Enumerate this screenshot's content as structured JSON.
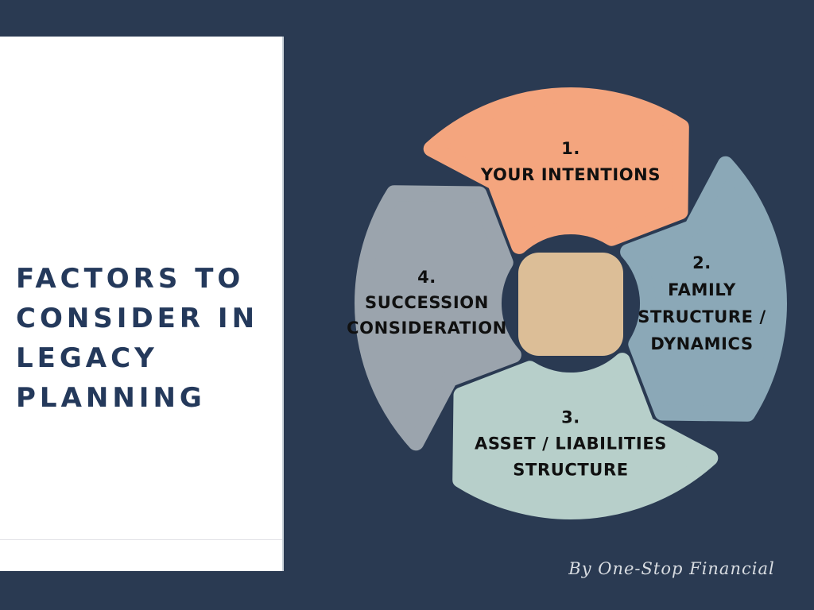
{
  "slide": {
    "background_color": "#2a3a52",
    "panel_color": "#ffffff"
  },
  "left_panel": {
    "title_lines": [
      "FACTORS TO",
      "CONSIDER IN",
      "LEGACY",
      "PLANNING"
    ],
    "title_color": "#24395b"
  },
  "diagram": {
    "center_color": "#dcbe97",
    "label_color": "#101010",
    "segments": [
      {
        "number": "1.",
        "lines": [
          "YOUR INTENTIONS"
        ],
        "color": "#f4a57e"
      },
      {
        "number": "2.",
        "lines": [
          "FAMILY",
          "STRUCTURE /",
          "DYNAMICS"
        ],
        "color": "#8ba8b7"
      },
      {
        "number": "3.",
        "lines": [
          "ASSET / LIABILITIES",
          "STRUCTURE"
        ],
        "color": "#b7cfca"
      },
      {
        "number": "4.",
        "lines": [
          "SUCCESSION",
          "CONSIDERATION"
        ],
        "color": "#9ba4ad"
      }
    ]
  },
  "footer": {
    "credit": "By One-Stop Financial",
    "color": "#d9dde2"
  }
}
